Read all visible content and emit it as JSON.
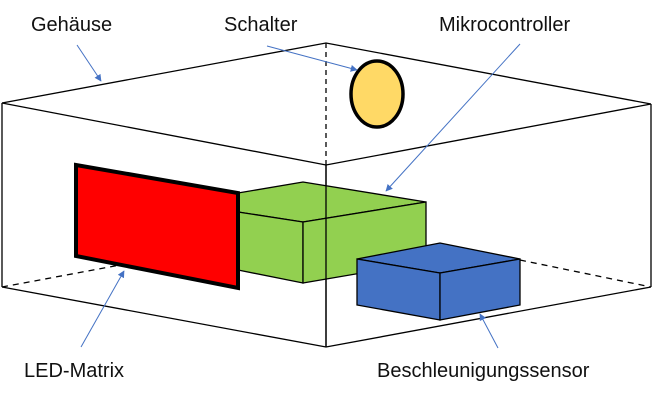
{
  "diagram": {
    "labels": {
      "housing": "Gehäuse",
      "switch": "Schalter",
      "microcontroller": "Mikrocontroller",
      "led_matrix": "LED-Matrix",
      "accelerometer": "Beschleunigungssensor"
    },
    "colors": {
      "led_matrix": "#ff0000",
      "microcontroller": "#92d050",
      "accelerometer": "#4472c4",
      "switch": "#ffd966",
      "arrow": "#4472c4",
      "outline": "#000000"
    }
  }
}
